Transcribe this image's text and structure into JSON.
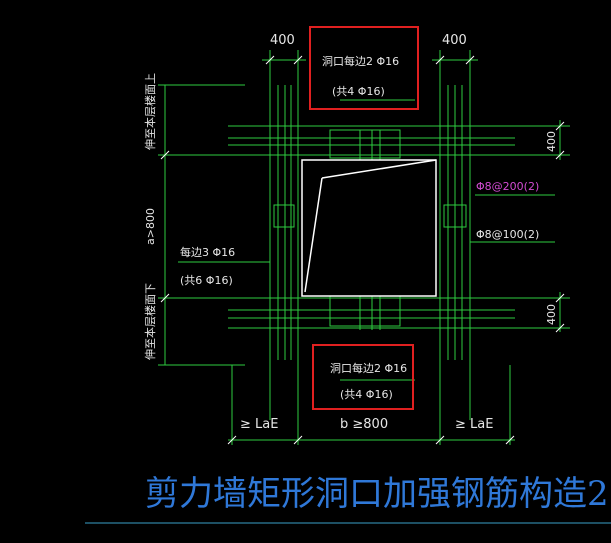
{
  "dims": {
    "top_left_width": "400",
    "top_right_width": "400",
    "right_upper_height": "400",
    "right_lower_height": "400",
    "bottom_left": "≥ LaE",
    "bottom_center": "b ≥800",
    "bottom_right": "≥ LaE",
    "left_height": "a>800"
  },
  "notes": {
    "left_top_vertical": "伸至本层楼面上",
    "left_bottom_vertical": "伸至本层楼面下",
    "side_bars_line1": "每边3 Φ16",
    "side_bars_line2": "(共6 Φ16)",
    "top_box_line1": "洞口每边2 Φ16",
    "top_box_line2": "(共4 Φ16)",
    "bottom_box_line1": "洞口每边2 Φ16",
    "bottom_box_line2": "(共4 Φ16)",
    "right_stirrup_magenta": "Φ8@200(2)",
    "right_stirrup_white": "Φ8@100(2)"
  },
  "title": "剪力墙矩形洞口加强钢筋构造2",
  "colors": {
    "background": "#000000",
    "rebar_line": "#2ecc40",
    "text": "#e6e6e6",
    "magenta_text": "#d24cd2",
    "highlight_box": "#e02020",
    "title": "#2f78d8",
    "underline": "#3aa0c8"
  }
}
